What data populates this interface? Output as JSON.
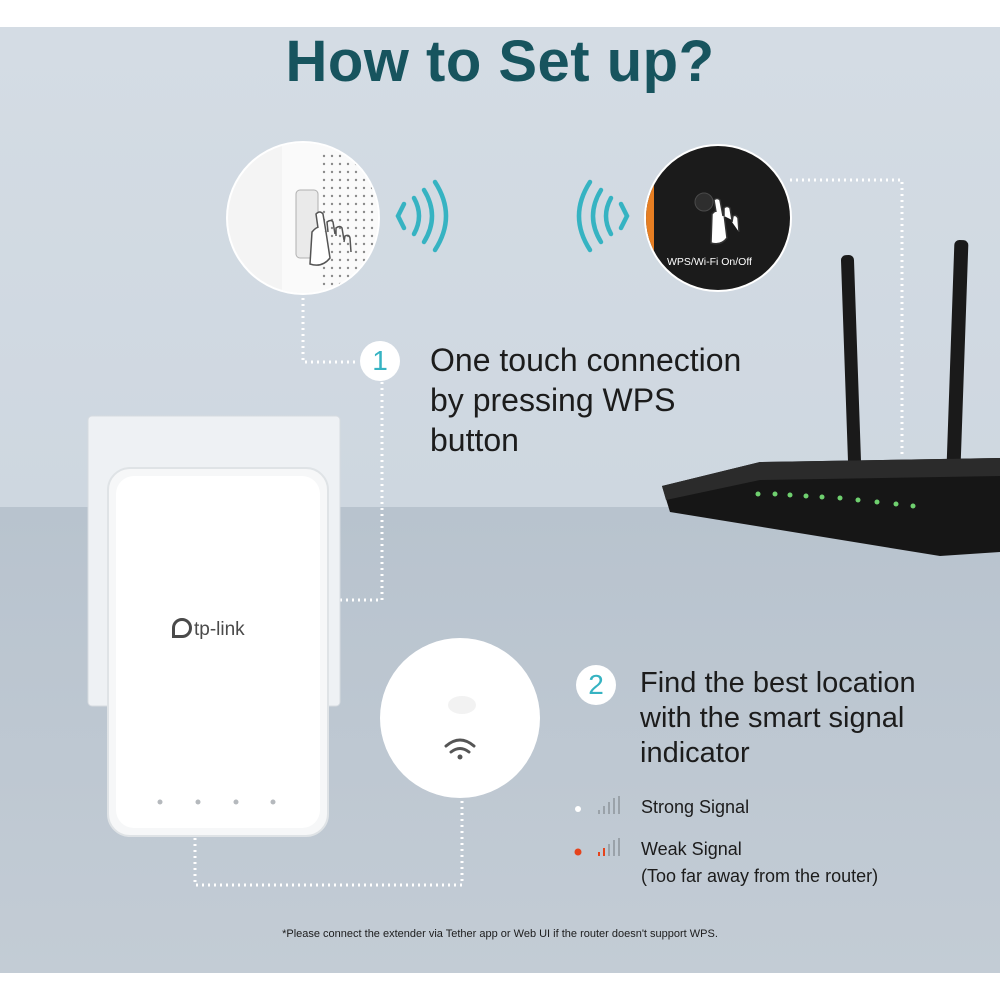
{
  "title": "How to Set up?",
  "step1": {
    "number": "1",
    "lines": [
      "One touch connection",
      "by pressing WPS",
      "button"
    ]
  },
  "step2": {
    "number": "2",
    "lines": [
      "Find the best location",
      "with the smart signal",
      "indicator"
    ]
  },
  "legend": {
    "strong_label": "Strong Signal",
    "weak_label": "Weak Signal",
    "weak_note": "(Too far away from the router)"
  },
  "router_button_label": "WPS/Wi-Fi On/Off",
  "extender_logo": "tp-link",
  "footnote": "*Please connect the extender via Tether app or Web UI   if the router doesn't support WPS.",
  "colors": {
    "title": "#17545e",
    "accent": "#36b3c2",
    "strong_dot": "#ffffff",
    "weak_dot": "#e5431b"
  }
}
